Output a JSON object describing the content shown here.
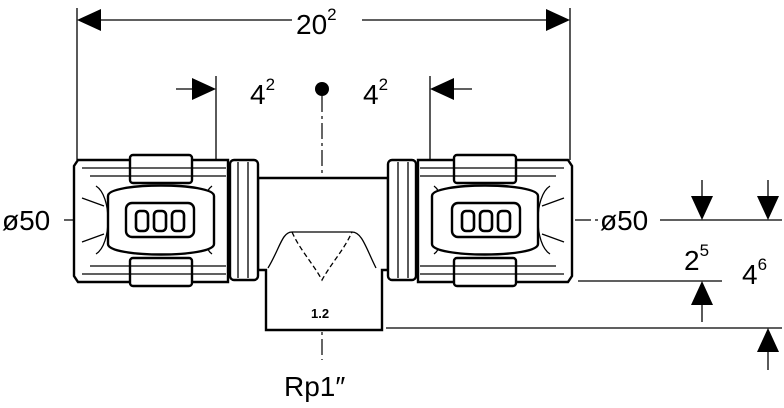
{
  "dimensions": {
    "overall_length": {
      "main": "20",
      "sup": "2"
    },
    "left_offset": {
      "main": "4",
      "sup": "2"
    },
    "right_offset": {
      "main": "4",
      "sup": "2"
    },
    "height_to_axis": {
      "main": "2",
      "sup": "5"
    },
    "total_height": {
      "main": "4",
      "sup": "6"
    }
  },
  "pipe_left": {
    "label": "ø50"
  },
  "pipe_right": {
    "label": "ø50"
  },
  "branch_outlet": {
    "label": "Rp1″",
    "marking": "1.2"
  }
}
